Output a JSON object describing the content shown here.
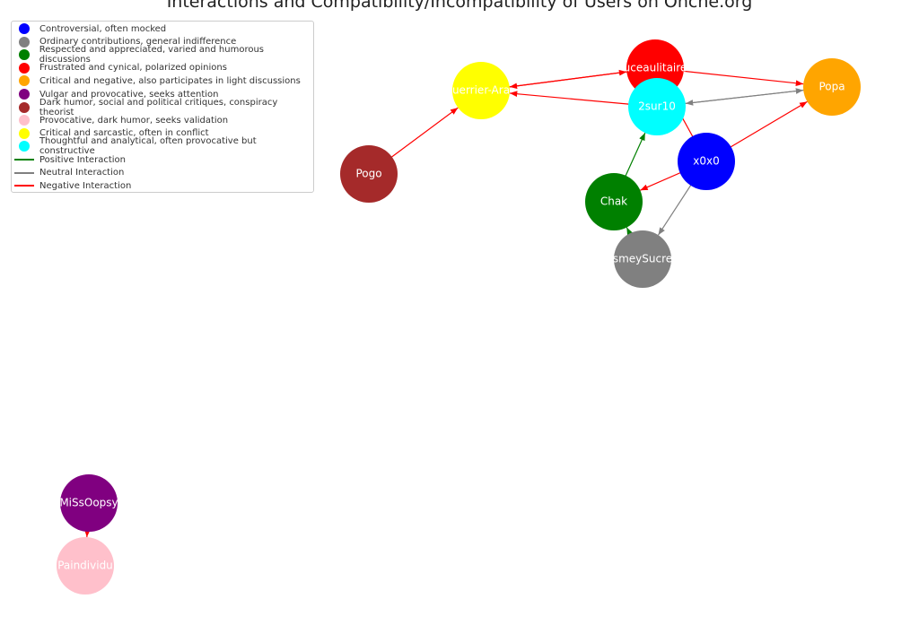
{
  "title": "Interactions and Compatibility/Incompatibility of Users on Onche.org",
  "legend": {
    "nodes": [
      {
        "label": "Controversial, often mocked",
        "color": "#0000ff"
      },
      {
        "label": "Ordinary contributions, general indifference",
        "color": "#808080"
      },
      {
        "label": "Respected and appreciated, varied and humorous discussions",
        "color": "#008000"
      },
      {
        "label": "Frustrated and cynical, polarized opinions",
        "color": "#ff0000"
      },
      {
        "label": "Critical and negative, also participates in light discussions",
        "color": "#ffa500"
      },
      {
        "label": "Vulgar and provocative, seeks attention",
        "color": "#800080"
      },
      {
        "label": "Dark humor, social and political critiques, conspiracy theorist",
        "color": "#a52a2a"
      },
      {
        "label": "Provocative, dark humor, seeks validation",
        "color": "#ffc0cb"
      },
      {
        "label": "Critical and sarcastic, often in conflict",
        "color": "#ffff00"
      },
      {
        "label": "Thoughtful and analytical, often provocative but constructive",
        "color": "#00ffff"
      }
    ],
    "edges": [
      {
        "label": "Positive Interaction",
        "color": "#008000"
      },
      {
        "label": "Neutral Interaction",
        "color": "#808080"
      },
      {
        "label": "Negative Interaction",
        "color": "#ff0000"
      }
    ]
  },
  "nodes": [
    {
      "id": "guerrier",
      "label": "uerrier-Ara",
      "color": "#ffff00"
    },
    {
      "id": "puceau",
      "label": "uceaulitaire",
      "color": "#ff0000"
    },
    {
      "id": "2sur10",
      "label": "2sur10",
      "color": "#00ffff"
    },
    {
      "id": "popa",
      "label": "Popa",
      "color": "#ffa500"
    },
    {
      "id": "x0x0",
      "label": "x0x0",
      "color": "#0000ff"
    },
    {
      "id": "chak",
      "label": "Chak",
      "color": "#008000"
    },
    {
      "id": "smey",
      "label": "smeySucre",
      "color": "#808080"
    },
    {
      "id": "pogo",
      "label": "Pogo",
      "color": "#a52a2a"
    },
    {
      "id": "missoopsy",
      "label": "MiSsOopsy",
      "color": "#800080"
    },
    {
      "id": "paindividu",
      "label": "Paindividu",
      "color": "#ffc0cb"
    }
  ],
  "edges": [
    {
      "from": "pogo",
      "to": "guerrier",
      "type": "negative"
    },
    {
      "from": "guerrier",
      "to": "puceau",
      "type": "negative"
    },
    {
      "from": "puceau",
      "to": "guerrier",
      "type": "negative"
    },
    {
      "from": "2sur10",
      "to": "guerrier",
      "type": "negative"
    },
    {
      "from": "puceau",
      "to": "popa",
      "type": "negative"
    },
    {
      "from": "popa",
      "to": "2sur10",
      "type": "neutral"
    },
    {
      "from": "2sur10",
      "to": "popa",
      "type": "neutral"
    },
    {
      "from": "x0x0",
      "to": "popa",
      "type": "negative"
    },
    {
      "from": "x0x0",
      "to": "puceau",
      "type": "negative"
    },
    {
      "from": "x0x0",
      "to": "chak",
      "type": "negative"
    },
    {
      "from": "x0x0",
      "to": "smey",
      "type": "neutral"
    },
    {
      "from": "chak",
      "to": "2sur10",
      "type": "positive"
    },
    {
      "from": "smey",
      "to": "chak",
      "type": "positive"
    },
    {
      "from": "missoopsy",
      "to": "paindividu",
      "type": "negative"
    }
  ]
}
